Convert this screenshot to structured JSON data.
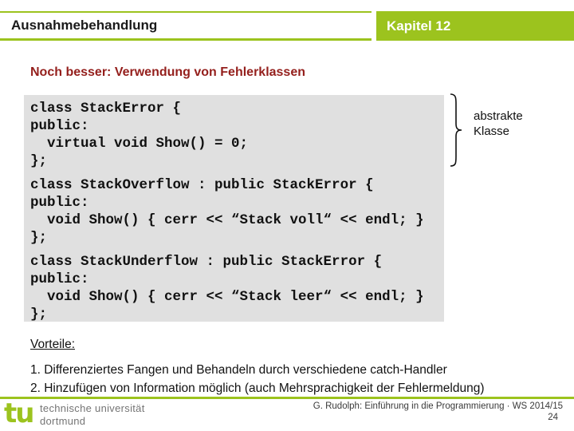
{
  "header": {
    "title": "Ausnahmebehandlung",
    "chapter": "Kapitel 12"
  },
  "subtitle": "Noch besser: Verwendung von Fehlerklassen",
  "code": {
    "block1": "class StackError {\npublic:\n  virtual void Show() = 0;\n};",
    "block2": "class StackOverflow : public StackError {\npublic:\n  void Show() { cerr << “Stack voll“ << endl; }\n};",
    "block3": "class StackUnderflow : public StackError {\npublic:\n  void Show() { cerr << “Stack leer“ << endl; }\n};"
  },
  "annotation": {
    "line1": "abstrakte",
    "line2": "Klasse"
  },
  "advantages": {
    "heading": "Vorteile:",
    "items": [
      "1. Differenziertes Fangen und Behandeln durch verschiedene catch-Handler",
      "2. Hinzufügen von Information möglich (auch Mehrsprachigkeit der Fehlermeldung)"
    ]
  },
  "footer": {
    "logo_text": "tu",
    "university_line1": "technische universität",
    "university_line2": "dortmund",
    "credit": "G. Rudolph: Einführung in die Programmierung · WS 2014/15",
    "page": "24"
  },
  "colors": {
    "accent_green": "#9cc31e",
    "heading_red": "#941f1c",
    "code_background": "#e0e0e0",
    "gray_text": "#757575"
  }
}
